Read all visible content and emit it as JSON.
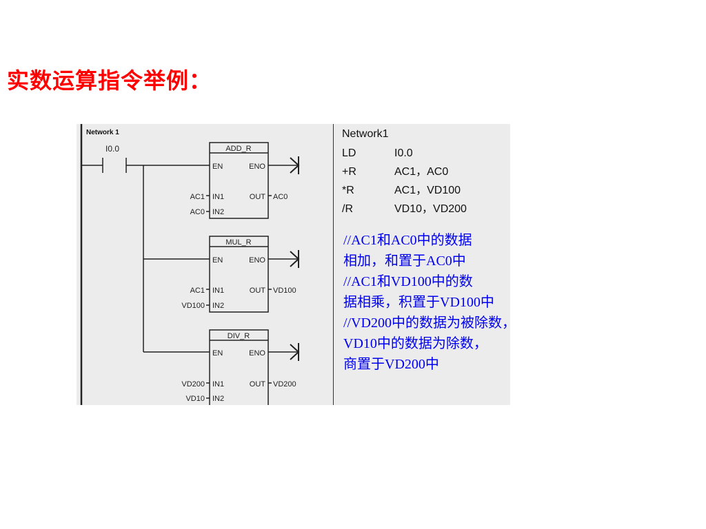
{
  "title": "实数运算指令举例：",
  "ladder": {
    "network_label": "Network 1",
    "contact_label": "I0.0",
    "boxes": [
      {
        "name": "ADD_R",
        "en": "EN",
        "eno": "ENO",
        "in1": "IN1",
        "in2": "IN2",
        "out": "OUT",
        "in1_operand": "AC1",
        "in2_operand": "AC0",
        "out_operand": "AC0"
      },
      {
        "name": "MUL_R",
        "en": "EN",
        "eno": "ENO",
        "in1": "IN1",
        "in2": "IN2",
        "out": "OUT",
        "in1_operand": "AC1",
        "in2_operand": "VD100",
        "out_operand": "VD100"
      },
      {
        "name": "DIV_R",
        "en": "EN",
        "eno": "ENO",
        "in1": "IN1",
        "in2": "IN2",
        "out": "OUT",
        "in1_operand": "VD200",
        "in2_operand": "VD10",
        "out_operand": "VD200"
      }
    ]
  },
  "stl": {
    "header": "Network1",
    "lines": [
      {
        "op": "LD",
        "arg": "I0.0"
      },
      {
        "op": "+R",
        "arg": "AC1，AC0"
      },
      {
        "op": "*R",
        "arg": "AC1，VD100"
      },
      {
        "op": "/R",
        "arg": "VD10，VD200"
      }
    ]
  },
  "comments": [
    "//AC1和AC0中的数据",
    "相加，和置于AC0中",
    "//AC1和VD100中的数",
    "据相乘，积置于VD100中",
    "//VD200中的数据为被除数，",
    "VD10中的数据为除数，",
    "商置于VD200中"
  ],
  "colors": {
    "title": "#ff0000",
    "comment": "#0000ee",
    "panel_background": "#ececec",
    "line": "#222222"
  }
}
